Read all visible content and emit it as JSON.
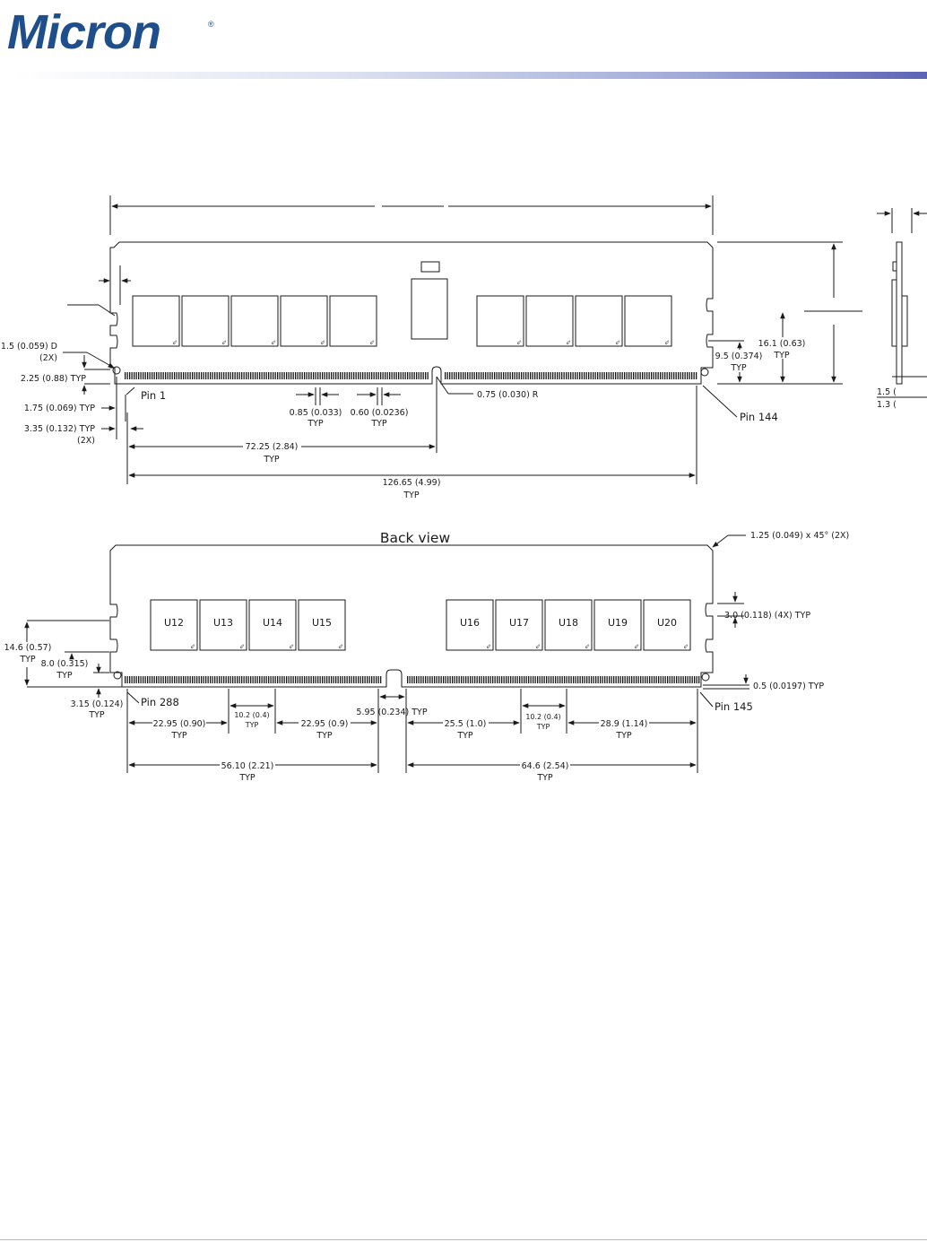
{
  "header": {
    "logo_text": "Micron",
    "logo_mark": "®"
  },
  "front": {
    "chip_marks": "⬃",
    "labels": {
      "d1": "1.5 (0.059) D",
      "d1b": "(2X)",
      "d2": "2.25 (0.88) TYP",
      "d3": "1.75 (0.069) TYP",
      "d4": "3.35 (0.132) TYP",
      "d4b": "(2X)",
      "pin1": "Pin 1",
      "pin144": "Pin 144",
      "p085": "0.85 (0.033)",
      "p085b": "TYP",
      "p060": "0.60 (0.0236)",
      "p060b": "TYP",
      "r075": "0.75 (0.030) R",
      "l7225": "72.25 (2.84)",
      "l7225b": "TYP",
      "l12665": "126.65 (4.99)",
      "l12665b": "TYP",
      "h95": "9.5 (0.374)",
      "h95b": "TYP",
      "h161": "16.1 (0.63)",
      "h161b": "TYP"
    }
  },
  "side": {
    "t1": "1.5 (",
    "t2": "1.3 ("
  },
  "back": {
    "title": "Back view",
    "chips": [
      "U12",
      "U13",
      "U14",
      "U15",
      "U16",
      "U17",
      "U18",
      "U19",
      "U20"
    ],
    "labels": {
      "chamfer": "1.25 (0.049) x 45° (2X)",
      "notch": "3.0 (0.118) (4X) TYP",
      "c05": "0.5 (0.0197) TYP",
      "h146": "14.6 (0.57)",
      "h146b": "TYP",
      "h80": "8.0 (0.315)",
      "h80b": "TYP",
      "h315": "3.15 (0.124)",
      "h315b": "TYP",
      "pin288": "Pin 288",
      "pin145": "Pin 145",
      "gap": "5.95 (0.234) TYP",
      "a2295": "22.95 (0.90)",
      "a2295b": "TYP",
      "a102": "10.2 (0.4)",
      "a102b": "TYP",
      "b2295": "22.95 (0.9)",
      "b2295b": "TYP",
      "c255": "25.5 (1.0)",
      "c255b": "TYP",
      "c102": "10.2 (0.4)",
      "c102b": "TYP",
      "c289": "28.9 (1.14)",
      "c289b": "TYP",
      "s5610": "56.10 (2.21)",
      "s5610b": "TYP",
      "s646": "64.6 (2.54)",
      "s646b": "TYP"
    }
  },
  "colors": {
    "logo": "#1f4e8c",
    "line": "#1a1a1a",
    "rule_end": "#5b63b5"
  }
}
